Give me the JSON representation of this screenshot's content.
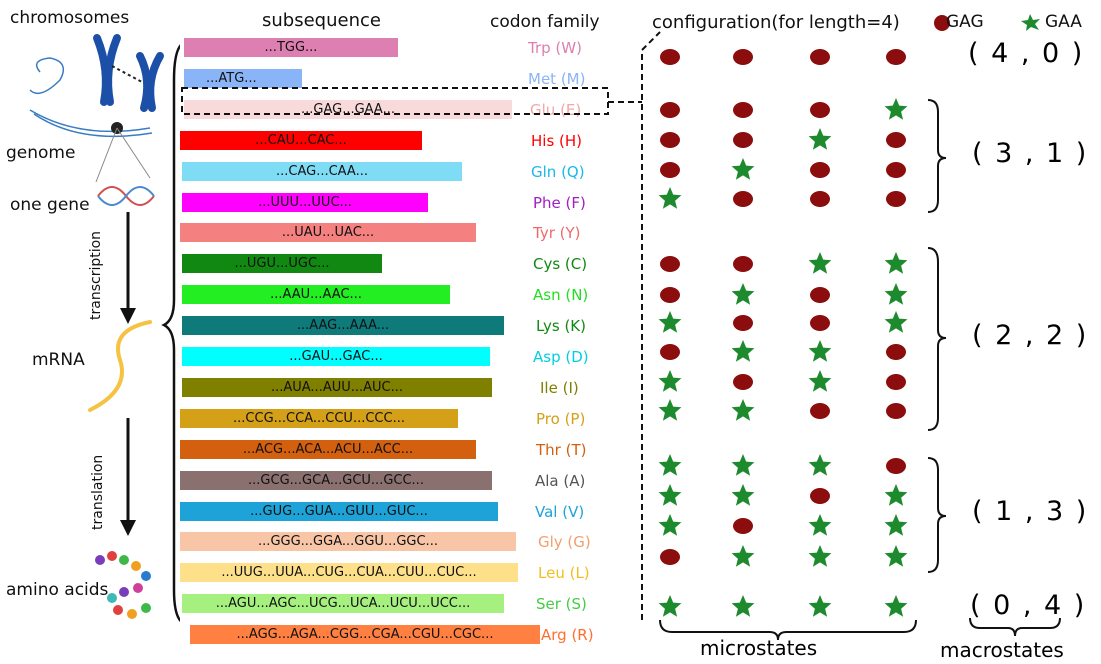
{
  "left_labels": [
    "chromosomes",
    "genome",
    "one gene",
    "transcription",
    "mRNA",
    "translation",
    "amino acids"
  ],
  "headers": {
    "subsequence": "subsequence",
    "codon_family": "codon family",
    "configuration": "configuration(for length=4)",
    "legend_gag": "GAG",
    "legend_gaa": "GAA"
  },
  "codons": [
    {
      "seq": "...TGG...",
      "family": "Trp (W)",
      "color": "#dd7fb0",
      "text_color": "#dd7fb0"
    },
    {
      "seq": "...ATG...",
      "family": "Met (M)",
      "color": "#8ab4f8",
      "text_color": "#8ab4f8"
    },
    {
      "seq": "...GAG...GAA...",
      "family": "Glu (E)",
      "color": "#f8dada",
      "text_color": "#f4a6a6"
    },
    {
      "seq": "...CAU...CAC...",
      "family": "His (H)",
      "color": "#ff0000",
      "text_color": "#ff0000"
    },
    {
      "seq": "...CAG...CAA...",
      "family": "Gln (Q)",
      "color": "#7fdcf5",
      "text_color": "#1ab8e8"
    },
    {
      "seq": "...UUU...UUC...",
      "family": "Phe (F)",
      "color": "#ff00ff",
      "text_color": "#a020c0"
    },
    {
      "seq": "...UAU...UAC...",
      "family": "Tyr (Y)",
      "color": "#f58080",
      "text_color": "#ee6a6a"
    },
    {
      "seq": "...UGU...UGC...",
      "family": "Cys (C)",
      "color": "#118811",
      "text_color": "#118811"
    },
    {
      "seq": "...AAU...AAC...",
      "family": "Asn (N)",
      "color": "#22ee22",
      "text_color": "#22dd22"
    },
    {
      "seq": "...AAG...AAA...",
      "family": "Lys (K)",
      "color": "#0e7a7a",
      "text_color": "#118811"
    },
    {
      "seq": "...GAU...GAC...",
      "family": "Asp (D)",
      "color": "#00ffff",
      "text_color": "#00cfe0"
    },
    {
      "seq": "...AUA...AUU...AUC...",
      "family": "Ile (I)",
      "color": "#808000",
      "text_color": "#808000"
    },
    {
      "seq": "...CCG...CCA...CCU...CCC...",
      "family": "Pro (P)",
      "color": "#d4a017",
      "text_color": "#d4a017"
    },
    {
      "seq": "...ACG...ACA...ACU...ACC...",
      "family": "Thr (T)",
      "color": "#d2600f",
      "text_color": "#d2600f"
    },
    {
      "seq": "...GCG...GCA...GCU...GCC...",
      "family": "Ala (A)",
      "color": "#8b7070",
      "text_color": "#555555"
    },
    {
      "seq": "...GUG...GUA...GUU...GUC...",
      "family": "Val (V)",
      "color": "#1ea3d8",
      "text_color": "#1ea3d8"
    },
    {
      "seq": "...GGG...GGA...GGU...GGC...",
      "family": "Gly (G)",
      "color": "#f8c6a6",
      "text_color": "#f0a070"
    },
    {
      "seq": "...UUG...UUA...CUG...CUA...CUU...CUC...",
      "family": "Leu (L)",
      "color": "#ffe08a",
      "text_color": "#f0c020"
    },
    {
      "seq": "...AGU...AGC...UCG...UCA...UCU...UCC...",
      "family": "Ser (S)",
      "color": "#a6f080",
      "text_color": "#44cc44"
    },
    {
      "seq": "...AGG...AGA...CGG...CGA...CGU...CGC...",
      "family": "Arg (R)",
      "color": "#ff8040",
      "text_color": "#ff7030"
    }
  ],
  "microstates": [
    [
      "GAG",
      "GAG",
      "GAG",
      "GAG"
    ],
    [
      "GAG",
      "GAG",
      "GAG",
      "GAA"
    ],
    [
      "GAG",
      "GAG",
      "GAA",
      "GAG"
    ],
    [
      "GAG",
      "GAA",
      "GAG",
      "GAG"
    ],
    [
      "GAA",
      "GAG",
      "GAG",
      "GAG"
    ],
    [
      "GAG",
      "GAG",
      "GAA",
      "GAA"
    ],
    [
      "GAG",
      "GAA",
      "GAG",
      "GAA"
    ],
    [
      "GAA",
      "GAG",
      "GAG",
      "GAA"
    ],
    [
      "GAG",
      "GAA",
      "GAA",
      "GAG"
    ],
    [
      "GAA",
      "GAG",
      "GAA",
      "GAG"
    ],
    [
      "GAA",
      "GAA",
      "GAG",
      "GAG"
    ],
    [
      "GAA",
      "GAA",
      "GAA",
      "GAG"
    ],
    [
      "GAA",
      "GAA",
      "GAG",
      "GAA"
    ],
    [
      "GAA",
      "GAG",
      "GAA",
      "GAA"
    ],
    [
      "GAG",
      "GAA",
      "GAA",
      "GAA"
    ],
    [
      "GAA",
      "GAA",
      "GAA",
      "GAA"
    ]
  ],
  "macrostates": [
    "( 4 , 0 )",
    "( 3 , 1 )",
    "( 2 , 2 )",
    "( 1 , 3 )",
    "( 0 , 4 )"
  ],
  "footer": {
    "microstates": "microstates",
    "macrostates": "macrostates"
  },
  "colors": {
    "gag": "#8b0d0d",
    "gaa": "#1e8a2e",
    "dna_blue": "#1c4fa8",
    "mrna": "#f5c242"
  }
}
